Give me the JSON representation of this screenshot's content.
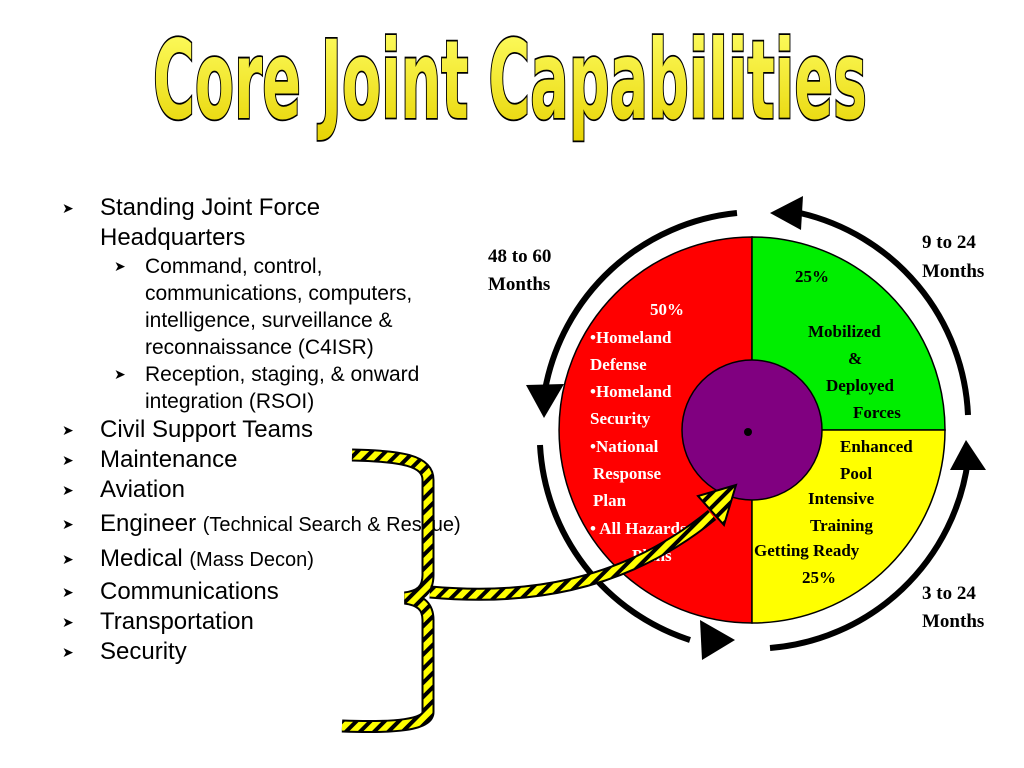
{
  "title": "Core Joint Capabilities",
  "list": {
    "items": [
      {
        "label": "Standing Joint Force Headquarters",
        "subitems": [
          "Command, control, communications, computers, intelligence, surveillance & reconnaissance (C4ISR)",
          "Reception, staging, & onward integration (RSOI)"
        ]
      },
      {
        "label": "Civil Support Teams"
      },
      {
        "label": "Maintenance"
      },
      {
        "label": "Aviation"
      },
      {
        "label": "Engineer",
        "note": "(Technical Search & Rescue)"
      },
      {
        "label": "Medical",
        "note": "(Mass Decon)"
      },
      {
        "label": "Communications"
      },
      {
        "label": "Transportation"
      },
      {
        "label": "Security"
      }
    ]
  },
  "cycle": {
    "red": {
      "percent": "50%",
      "lines": [
        "•Homeland",
        "Defense",
        "•Homeland",
        "Security",
        "•National",
        "Response",
        "Plan",
        "• All Hazards",
        "Plans"
      ]
    },
    "green": {
      "percent": "25%",
      "lines": [
        "Mobilized",
        "&",
        "Deployed",
        "Forces"
      ]
    },
    "yellow": {
      "percent": "25%",
      "lines": [
        "Enhanced",
        "Pool",
        "Intensive",
        "Training",
        "Getting Ready"
      ]
    },
    "timing": {
      "left": [
        "48 to 60",
        "Months"
      ],
      "top_right": [
        "9 to 24",
        "Months"
      ],
      "bottom_right": [
        "3 to 24",
        "Months"
      ]
    },
    "colors": {
      "red": "#ff0000",
      "green": "#00ee00",
      "yellow": "#ffff00",
      "purple": "#800080",
      "title_yellow": "#ffff00",
      "hatch_yellow": "#ffff00",
      "hatch_black": "#000000"
    }
  }
}
